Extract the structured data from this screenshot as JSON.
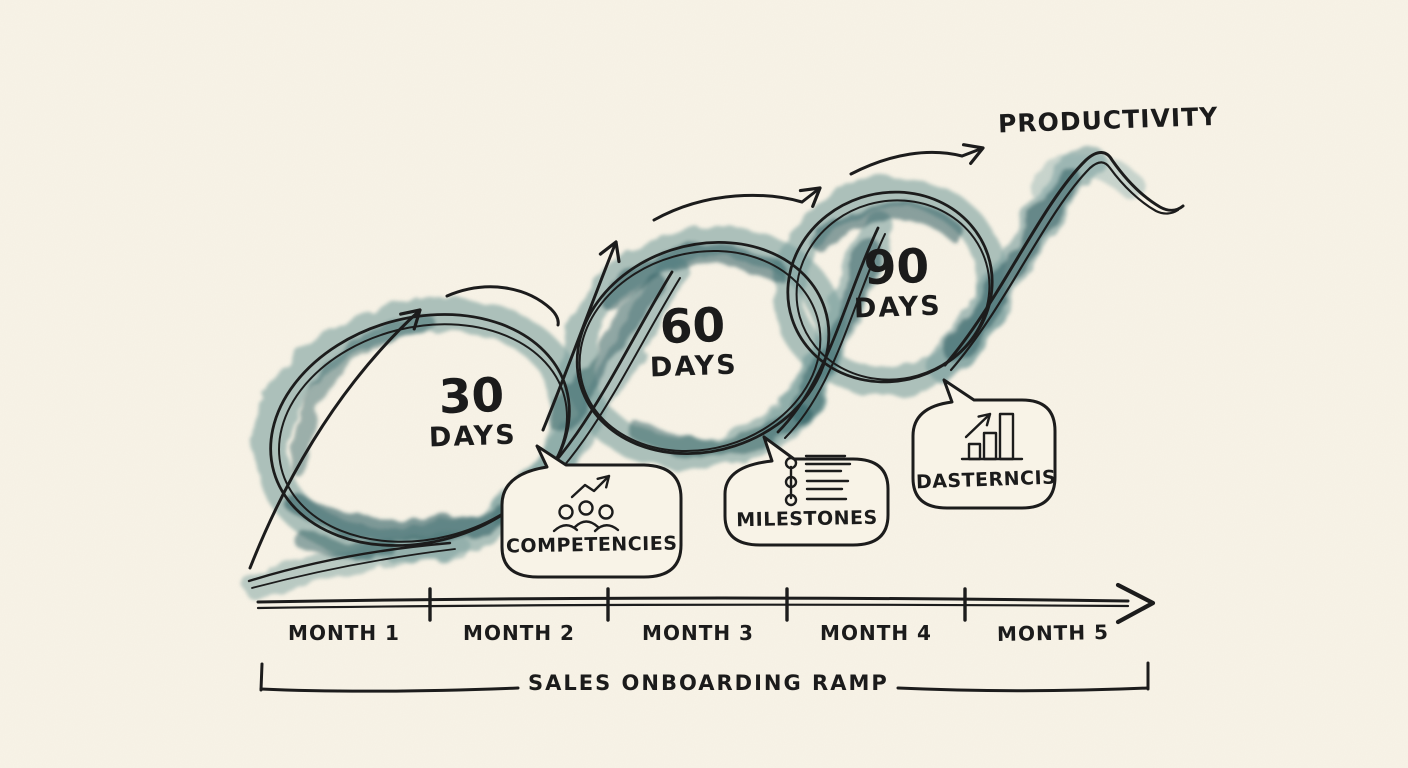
{
  "illustration": {
    "productivity_label": "PRODUCTIVITY",
    "stages": [
      {
        "value": "30",
        "unit": "DAYS"
      },
      {
        "value": "60",
        "unit": "DAYS"
      },
      {
        "value": "90",
        "unit": "DAYS"
      }
    ],
    "callouts": [
      {
        "label": "COMPETENCIES",
        "icon": "team-growth-icon"
      },
      {
        "label": "MILESTONES",
        "icon": "milestone-checklist-icon"
      },
      {
        "label": "DASTERNCIS",
        "icon": "bar-chart-growth-icon"
      }
    ],
    "timeline": {
      "months": [
        "MONTH 1",
        "MONTH 2",
        "MONTH 3",
        "MONTH 4",
        "MONTH 5"
      ]
    },
    "footer_label": "SALES ONBOARDING RAMP",
    "colors": {
      "background": "#f8f3e7",
      "ink": "#1c1c1c",
      "watercolor_light": "#7ea1a0",
      "watercolor_dark": "#2e5d62"
    }
  }
}
